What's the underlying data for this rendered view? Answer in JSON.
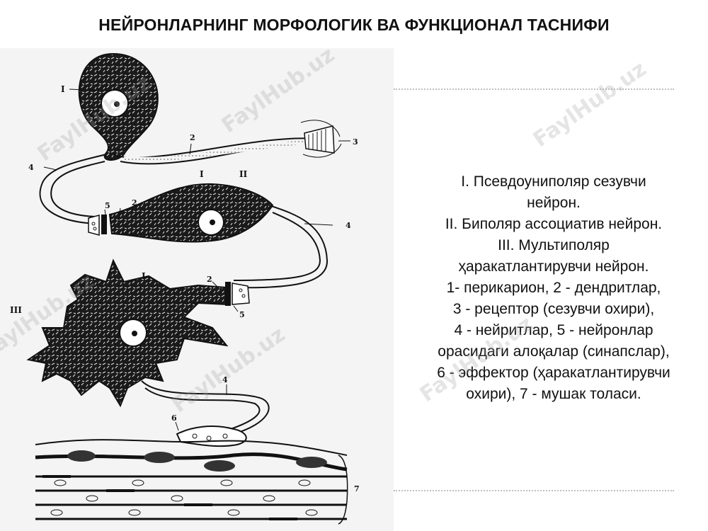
{
  "slide": {
    "title": "НЕЙРОНЛАРНИНГ МОРФОЛОГИК ВА ФУНКЦИОНАЛ ТАСНИФИ"
  },
  "description": {
    "lines": [
      "I. Псевдоуниполяр сезувчи",
      "нейрон.",
      "II. Биполяр ассоциатив нейрон.",
      "III. Мультиполяр",
      "ҳаракатлантирувчи нейрон.",
      "1- перикарион, 2 - дендритлар,",
      "3 - рецептор (сезувчи охири),",
      "4 - нейритлар, 5 - нейронлар",
      "орасидаги алоқалар (синапслар),",
      "6 - эффектор (ҳаракатлантирувчи",
      "охири), 7 - мушак толаси."
    ]
  },
  "figure": {
    "labels": {
      "neuron1_roman": "I",
      "label_2_top": "2",
      "label_3": "3",
      "label_4_left": "4",
      "neuron2_i": "I",
      "neuron2_ii": "II",
      "label_5_left": "5",
      "label_2_mid": "2",
      "label_4_right": "4",
      "neuron3_i": "I",
      "label_2_lower": "2",
      "label_5_right": "5",
      "neuron3_roman": "III",
      "label_4_lower": "4",
      "label_6": "6",
      "label_7": "7"
    }
  },
  "watermark": {
    "text": "FaylHub.uz"
  },
  "colors": {
    "cell_fill": "#1a1a1a",
    "panel_bg": "#f4f4f4",
    "watermark": "#a0a0a0"
  }
}
